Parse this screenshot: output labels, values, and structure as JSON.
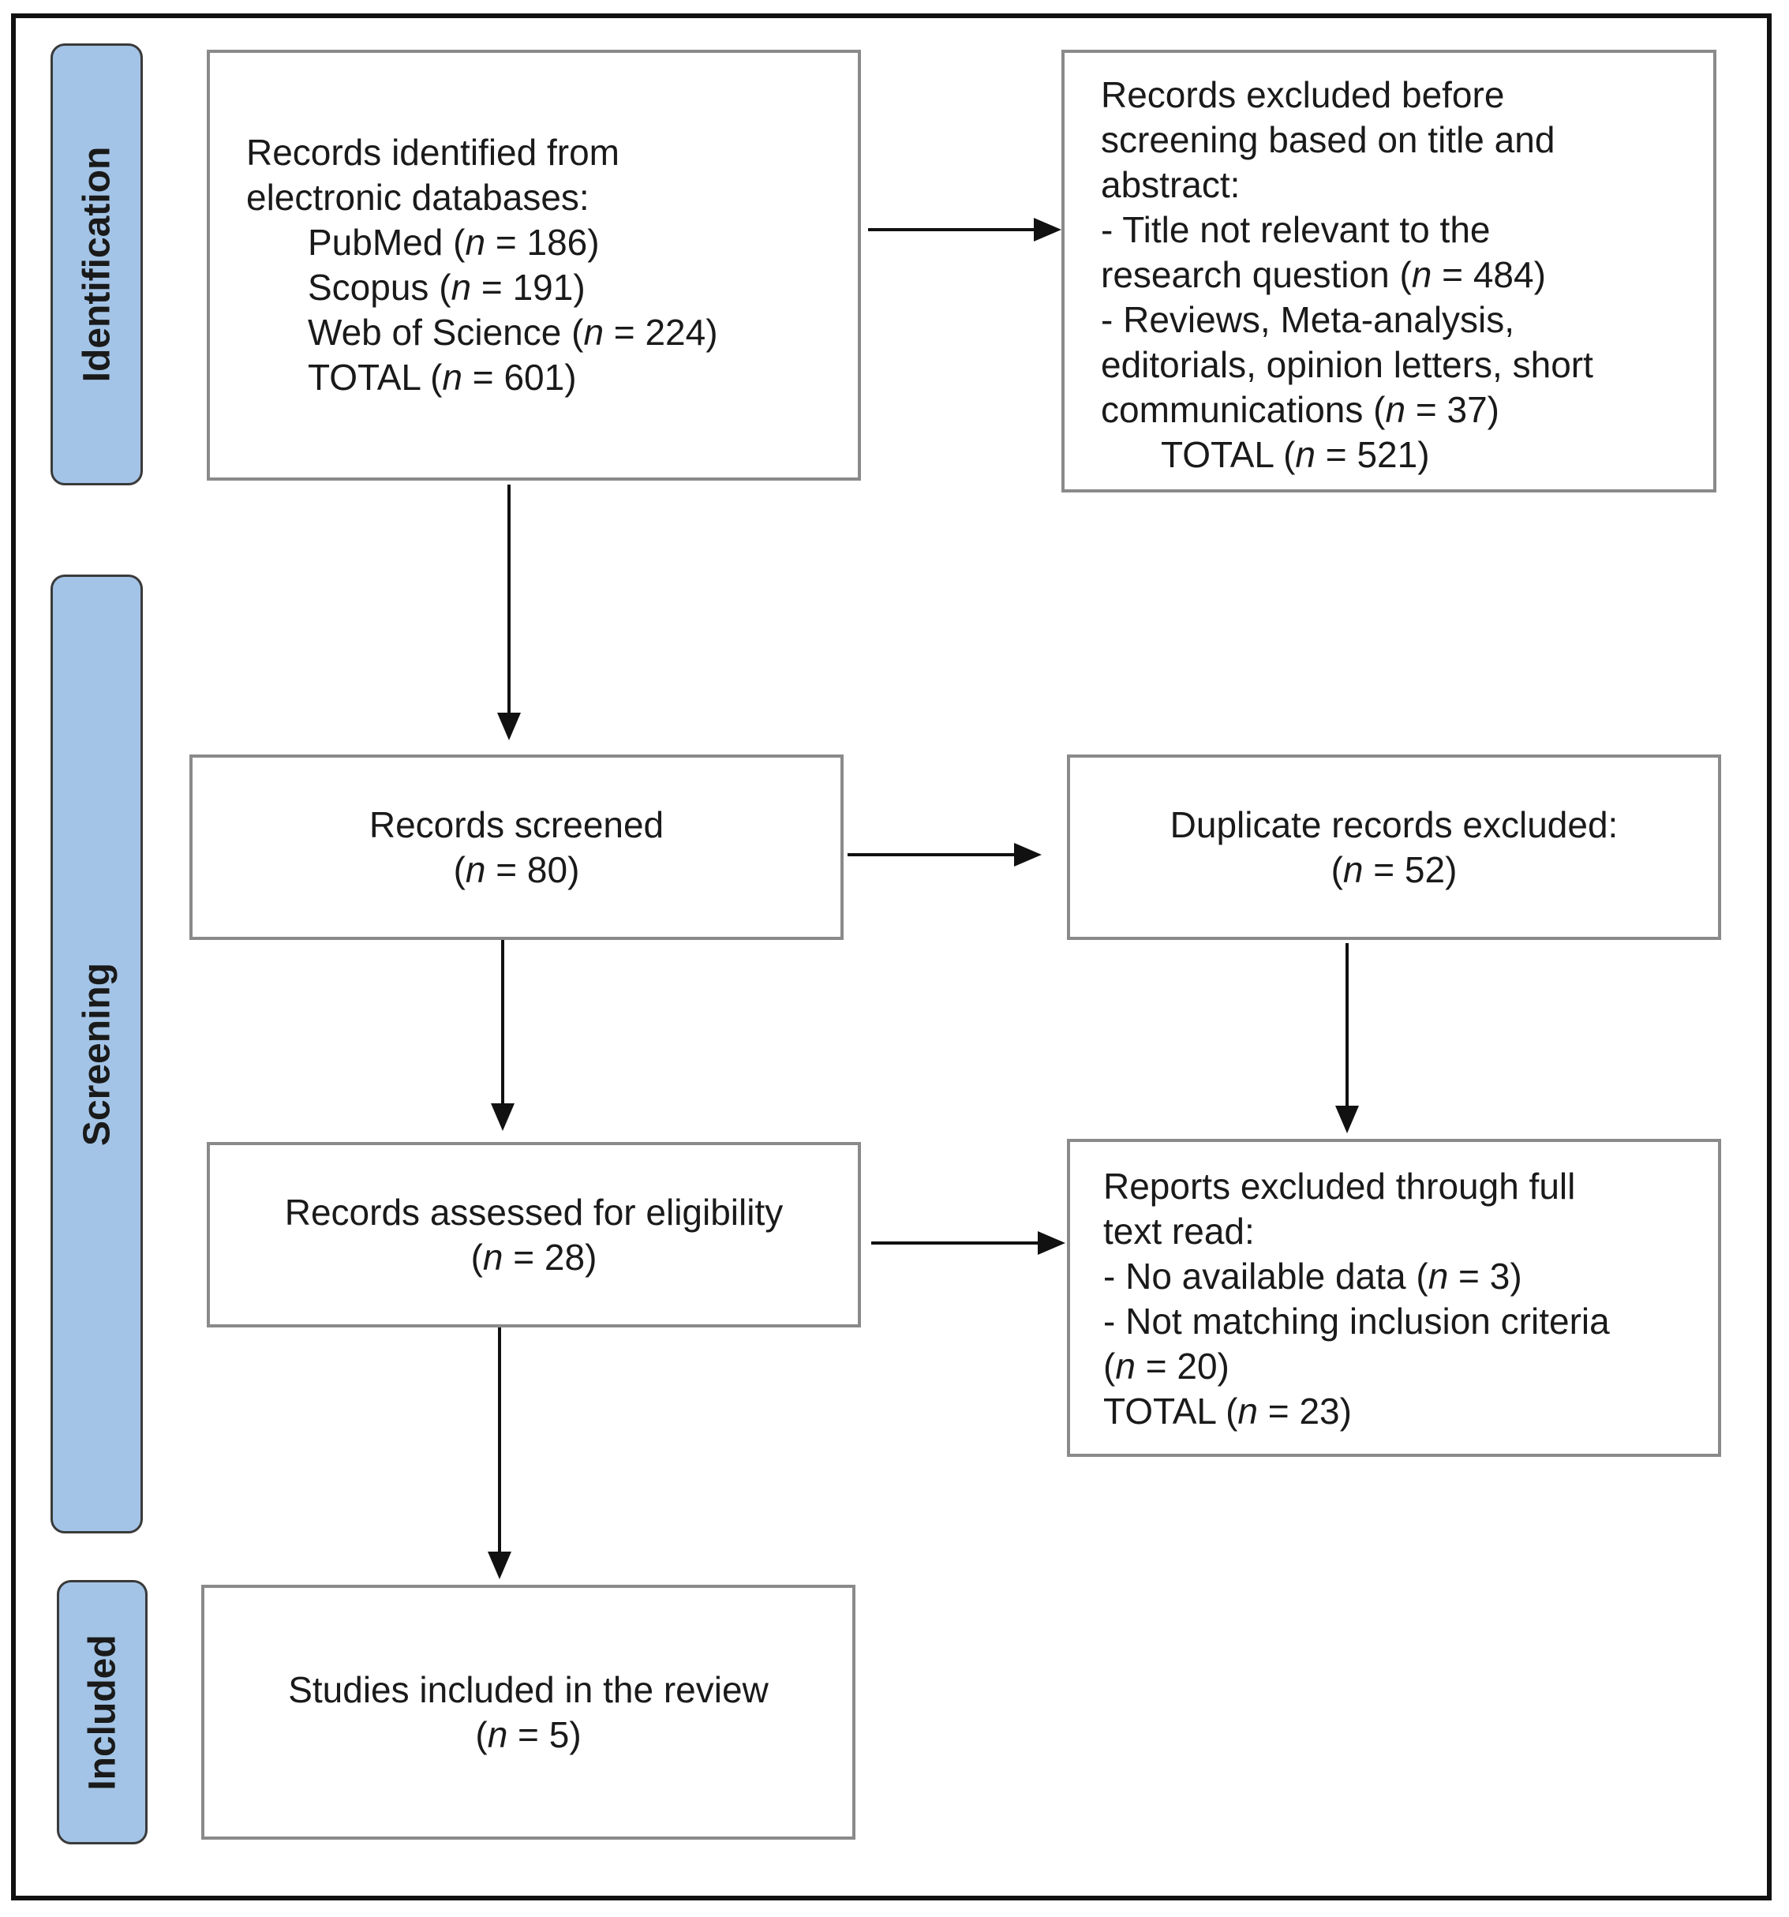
{
  "phases": {
    "identification": "Identification",
    "screening": "Screening",
    "included": "Included"
  },
  "boxes": {
    "identified": {
      "title_lines": [
        "Records identified from",
        "electronic databases:"
      ],
      "sources": [
        {
          "name": "PubMed",
          "n": "186"
        },
        {
          "name": "Scopus",
          "n": "191"
        },
        {
          "name": "Web of Science",
          "n": "224"
        },
        {
          "name": "TOTAL",
          "n": "601"
        }
      ]
    },
    "excluded_before": {
      "title_lines": [
        "Records excluded before",
        "screening based on title and",
        "abstract:"
      ],
      "item1": {
        "line1": "- Title not relevant to the",
        "line2_prefix": "research question",
        "n": "484"
      },
      "item2": {
        "line1": "- Reviews, Meta-analysis,",
        "line2": "editorials, opinion letters, short",
        "line3_prefix": "communications",
        "n": "37"
      },
      "total_label": "TOTAL",
      "total_n": "521"
    },
    "screened": {
      "title": "Records screened",
      "n": "80"
    },
    "duplicates": {
      "title": "Duplicate records excluded:",
      "n": "52"
    },
    "assessed": {
      "title": "Records assessed for eligibility",
      "n": "28"
    },
    "excluded_fulltext": {
      "title_lines": [
        "Reports excluded through full",
        "text read:"
      ],
      "item1_prefix": "- No available data",
      "item1_n": "3",
      "item2_line1": "- Not matching inclusion criteria",
      "item2_n": "20",
      "total_label": "TOTAL",
      "total_n": "23"
    },
    "included": {
      "title": "Studies included in the review",
      "n": "5"
    }
  },
  "colors": {
    "phase_fill": "#a3c4e6",
    "box_border": "#8a8a8a",
    "frame": "#111111"
  }
}
